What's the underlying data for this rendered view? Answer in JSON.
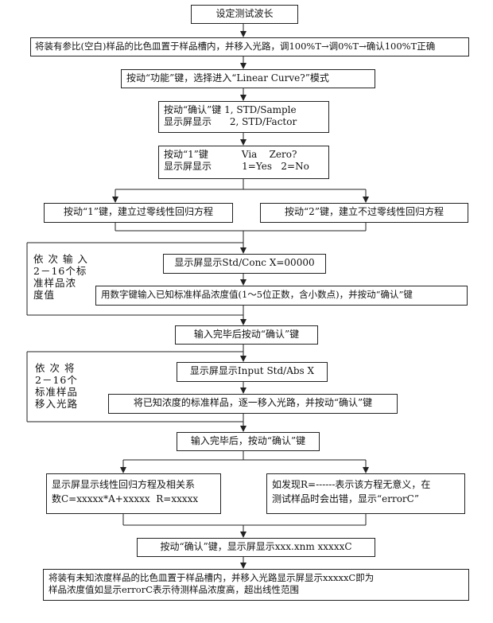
{
  "steps": {
    "s1": "设定测试波长",
    "s2": "将装有参比(空白)样品的比色皿置于样品槽内，并移入光路，调100%T→调0%T→确认100%T正确",
    "s3": "按动“功能”键，选择进入“Linear Curve?”模式",
    "s4": [
      "按动“确认”键 1, STD/Sample",
      "显示屏显示      2, STD/Factor"
    ],
    "s5": [
      "按动“1”键           Via    Zero?",
      "显示屏显示          1=Yes   2=No"
    ],
    "s6a": "按动“1”键，建立过零线性回归方程",
    "s6b": "按动“2”键，建立不过零线性回归方程",
    "s7": "显示屏显示Std/Conc X=00000",
    "s8": "用数字键输入已知标准样品浓度值(1～5位正数，含小数点)，并按动“确认”键",
    "s9": "输入完毕后按动“确认”键",
    "s10": "显示屏显示Input Std/Abs X",
    "s11": "将已知浓度的标准样品，逐一移入光路，并按动“确认”键",
    "s12": "输入完毕后，按动“确认”键",
    "s13a": [
      "显示屏显示线性回归方程及相关系",
      "数C=xxxxx*A+xxxxx  R=xxxxx"
    ],
    "s13b": [
      "如发现R=------表示该方程无意义，在",
      "测试样品时会出错，显示“errorC”"
    ],
    "s14": "按动“确认”键，显示屏显示xxx.xnm xxxxxC",
    "s15": [
      "将装有未知浓度样品的比色皿置于样品槽内，并移入光路显示屏显示xxxxxC即为",
      "样品浓度值如显示errorC表示待测样品浓度高，超出线性范围"
    ]
  },
  "loops": {
    "loop1": [
      "依 次 输 入",
      "2－16个标",
      "准样品浓",
      "度值"
    ],
    "loop2": [
      "依 次 将",
      "2－16个",
      "标准样品",
      "移入光路"
    ]
  }
}
